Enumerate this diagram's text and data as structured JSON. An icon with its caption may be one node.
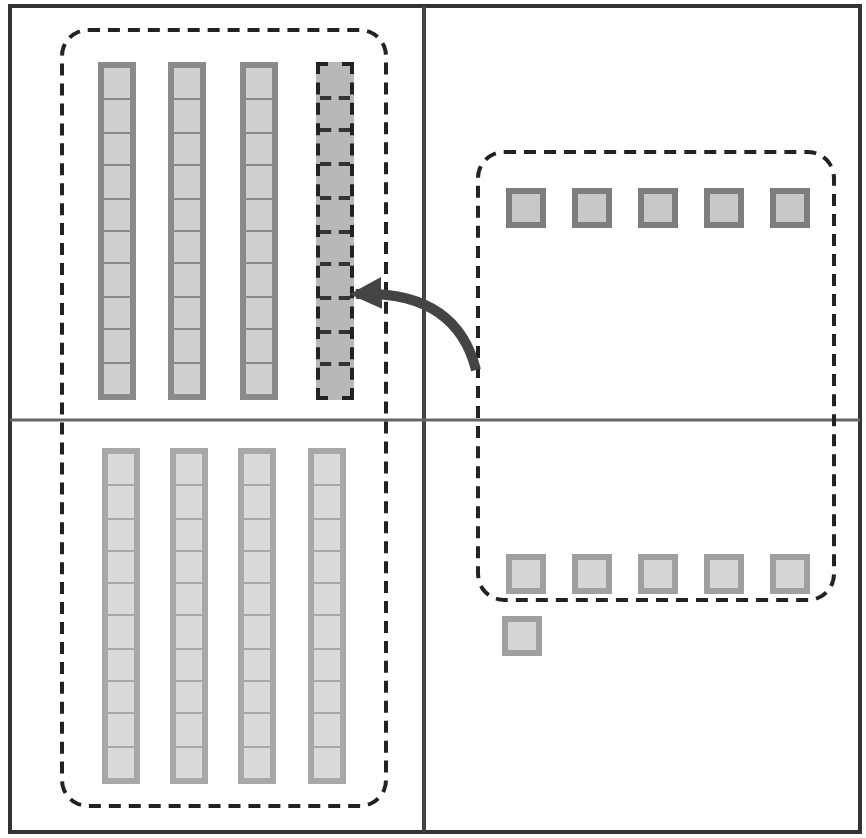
{
  "diagram": {
    "nodes": [
      {
        "text": [],
        "shape": "box"
      },
      {
        "text": [],
        "shape": "bar",
        "in": 0
      },
      {
        "text": [],
        "shape": "bar",
        "in": 0
      },
      {
        "text": [],
        "shape": "bar",
        "in": 0
      },
      {
        "text": [],
        "shape": "bar",
        "in": 0
      },
      {
        "text": [],
        "shape": "bar",
        "in": 0
      },
      {
        "text": [],
        "shape": "bar",
        "in": 0
      },
      {
        "text": [],
        "shape": "bar",
        "in": 0
      },
      {
        "text": [],
        "shape": "bar",
        "in": 0
      },
      {
        "text": [],
        "shape": "box"
      },
      {
        "text": [],
        "shape": "box",
        "in": 9
      },
      {
        "text": [],
        "shape": "box",
        "in": 9
      },
      {
        "text": [],
        "shape": "box",
        "in": 9
      },
      {
        "text": [],
        "shape": "box",
        "in": 9
      },
      {
        "text": [],
        "shape": "box",
        "in": 9
      },
      {
        "text": [],
        "shape": "box",
        "in": 9
      },
      {
        "text": [],
        "shape": "box",
        "in": 9
      },
      {
        "text": [],
        "shape": "box",
        "in": 9
      },
      {
        "text": [],
        "shape": "box",
        "in": 9
      },
      {
        "text": [],
        "shape": "box",
        "in": 9
      },
      {
        "text": [],
        "shape": "box"
      }
    ],
    "edges": [
      {
        "from": 9,
        "to": 4,
        "arrow": "to"
      }
    ]
  }
}
